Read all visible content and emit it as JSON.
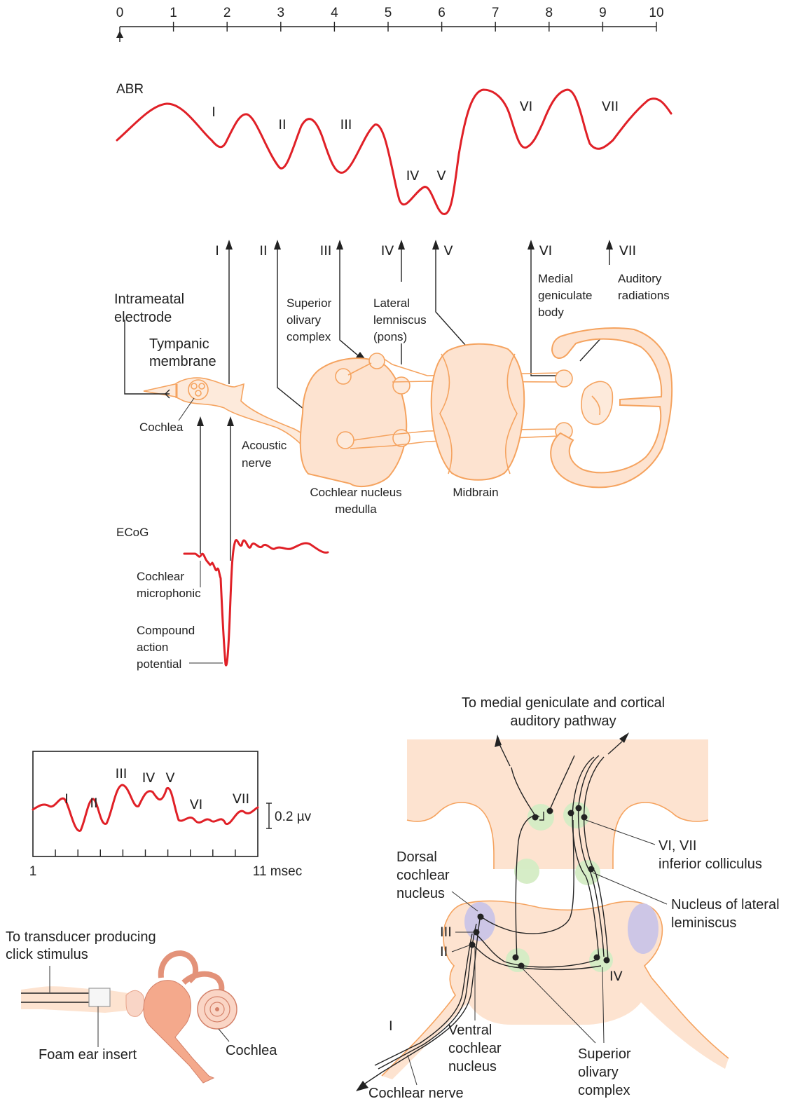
{
  "time_axis": {
    "ticks": [
      "0",
      "1",
      "2",
      "3",
      "4",
      "5",
      "6",
      "7",
      "8",
      "9",
      "10"
    ]
  },
  "abr": {
    "label": "ABR",
    "peaks": [
      "I",
      "II",
      "III",
      "IV",
      "V",
      "VI",
      "VII"
    ]
  },
  "arrows": {
    "labels": [
      "I",
      "II",
      "III",
      "IV",
      "V",
      "VI",
      "VII"
    ]
  },
  "pathway": {
    "intrameatal_electrode": [
      "Intrameatal",
      "electrode"
    ],
    "tympanic_membrane": [
      "Tympanic",
      "membrane"
    ],
    "cochlea": "Cochlea",
    "acoustic_nerve": [
      "Acoustic",
      "nerve"
    ],
    "superior_olivary_complex": [
      "Superior",
      "olivary",
      "complex"
    ],
    "lateral_lemniscus": [
      "Lateral",
      "lemniscus",
      "(pons)"
    ],
    "medial_geniculate_body": [
      "Medial",
      "geniculate",
      "body"
    ],
    "auditory_radiations": [
      "Auditory",
      "radiations"
    ],
    "cochlear_nucleus_medulla": [
      "Cochlear nucleus",
      "medulla"
    ],
    "midbrain": "Midbrain"
  },
  "ecog": {
    "label": "ECoG",
    "cochlear_microphonic": [
      "Cochlear",
      "microphonic"
    ],
    "compound_action_potential": [
      "Compound",
      "action",
      "potential"
    ]
  },
  "trace_box": {
    "peaks": [
      "I",
      "II",
      "III",
      "IV",
      "V",
      "VI",
      "VII"
    ],
    "scale_label": "0.2 µv",
    "x_start": "1",
    "x_end": "11 msec"
  },
  "ear": {
    "transducer": [
      "To transducer producing",
      "click stimulus"
    ],
    "foam_insert": "Foam ear insert",
    "cochlea": "Cochlea"
  },
  "brainstem": {
    "top_label": [
      "To medial geniculate and cortical",
      "auditory pathway"
    ],
    "dorsal_cochlear_nucleus": [
      "Dorsal",
      "cochlear",
      "nucleus"
    ],
    "inferior_colliculus": [
      "VI, VII",
      "inferior colliculus"
    ],
    "lateral_leminiscus": [
      "Nucleus of lateral",
      "leminiscus"
    ],
    "ventral_cochlear_nucleus": [
      "Ventral",
      "cochlear",
      "nucleus"
    ],
    "superior_olivary_complex": [
      "Superior",
      "olivary",
      "complex"
    ],
    "cochlear_nerve": "Cochlear nerve",
    "marks": [
      "III",
      "II",
      "I",
      "IV"
    ]
  },
  "colors": {
    "wave": "#e02027",
    "tissue": "#fde3d0",
    "tissue_outline": "#f5a35f",
    "nucleus_green": "#d4ecc4",
    "nucleus_purple": "#cdc6e6"
  }
}
